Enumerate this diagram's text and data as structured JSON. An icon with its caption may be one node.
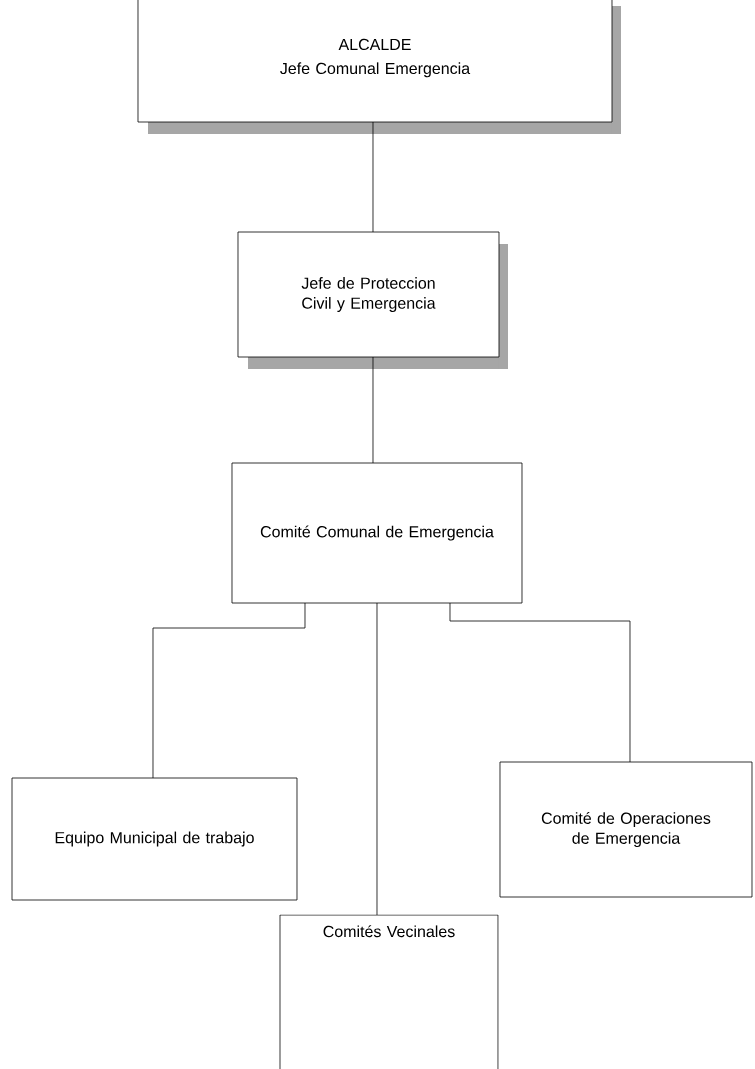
{
  "diagram": {
    "nodes": [
      {
        "text": [
          "ALCALDE",
          "Jefe Comunal Emergencia"
        ]
      },
      {
        "text": [
          "Jefe de Proteccion Civil y Emergencia"
        ]
      },
      {
        "text": [
          "Comité Comunal de Emergencia"
        ]
      },
      {
        "text": [
          "Equipo Municipal de trabajo"
        ]
      },
      {
        "text": [
          "Comités Vecinales"
        ]
      },
      {
        "text": [
          "Comité de Operaciones de Emergencia"
        ]
      }
    ],
    "edges": [
      {
        "from": 0,
        "to": 1,
        "arrow": "none"
      },
      {
        "from": 1,
        "to": 2,
        "arrow": "none"
      },
      {
        "from": 2,
        "to": 3,
        "arrow": "none"
      },
      {
        "from": 2,
        "to": 4,
        "arrow": "none"
      },
      {
        "from": 2,
        "to": 5,
        "arrow": "none"
      }
    ]
  }
}
